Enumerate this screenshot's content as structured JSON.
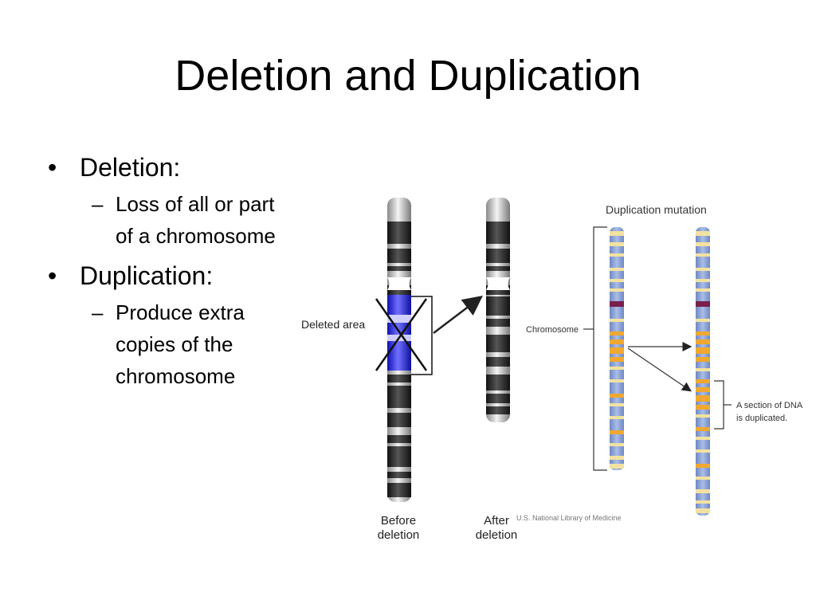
{
  "slide": {
    "title": "Deletion and Duplication"
  },
  "bullets": [
    {
      "marker": "•",
      "text": "Deletion:",
      "sub": [
        {
          "marker": "–",
          "text": "Loss of all or part of a chromosome"
        }
      ]
    },
    {
      "marker": "•",
      "text": "Duplication:",
      "sub": [
        {
          "marker": "–",
          "text": "Produce extra copies of the chromosome"
        }
      ]
    }
  ],
  "deletion_figure": {
    "deleted_area_label": "Deleted area",
    "before_label_1": "Before",
    "before_label_2": "deletion",
    "after_label_1": "After",
    "after_label_2": "deletion"
  },
  "duplication_figure": {
    "title": "Duplication mutation",
    "chromosome_label": "Chromosome",
    "section_label_1": "A section of DNA",
    "section_label_2": "is duplicated."
  },
  "credit": "U.S. National Library of Medicine",
  "colors": {
    "deleted_band": "#2222dd",
    "chromosome_blue": "#8ea6d6",
    "chromosome_orange": "#f0a830",
    "chromosome_yellow": "#f2e2a0",
    "centromere": "#7a1f4a"
  }
}
